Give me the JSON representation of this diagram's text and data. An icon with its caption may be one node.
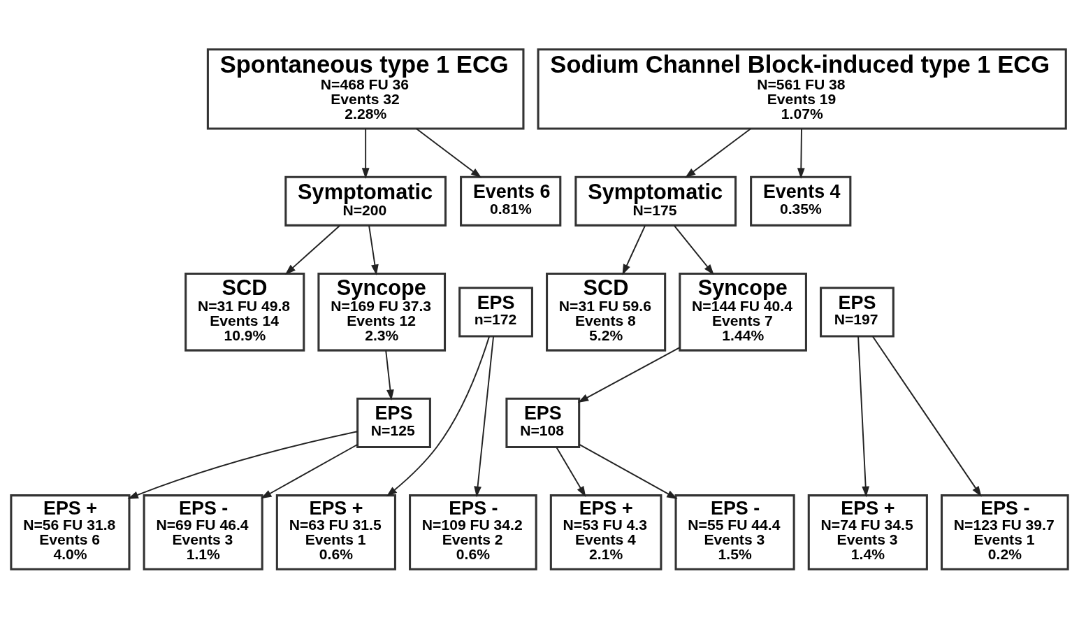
{
  "diagram": {
    "nodes": [
      {
        "text": [
          "Spontaneous type 1 ECG",
          "N=468 FU 36",
          "Events 32",
          "2.28%"
        ]
      },
      {
        "text": [
          "Sodium Channel Block-induced type 1 ECG",
          "N=561 FU 38",
          "Events 19",
          "1.07%"
        ]
      },
      {
        "text": [
          "Symptomatic",
          "N=200"
        ]
      },
      {
        "text": [
          "Events 6",
          "0.81%"
        ]
      },
      {
        "text": [
          "SCD",
          "N=31 FU 49.8",
          "Events 14",
          "10.9%"
        ]
      },
      {
        "text": [
          "Syncope",
          "N=169 FU 37.3",
          "Events 12",
          "2.3%"
        ]
      },
      {
        "text": [
          "EPS",
          "N=125"
        ]
      },
      {
        "text": [
          "EPS",
          "n=172"
        ]
      },
      {
        "text": [
          "EPS +",
          "N=56 FU 31.8",
          "Events 6",
          "4.0%"
        ]
      },
      {
        "text": [
          "EPS -",
          "N=69 FU 46.4",
          "Events 3",
          "1.1%"
        ]
      },
      {
        "text": [
          "EPS +",
          "N=63 FU 31.5",
          "Events 1",
          "0.6%"
        ]
      },
      {
        "text": [
          "EPS -",
          "N=109 FU 34.2",
          "Events 2",
          "0.6%"
        ]
      },
      {
        "text": [
          "Symptomatic",
          "N=175"
        ]
      },
      {
        "text": [
          "Events 4",
          "0.35%"
        ]
      },
      {
        "text": [
          "SCD",
          "N=31 FU 59.6",
          "Events 8",
          "5.2%"
        ]
      },
      {
        "text": [
          "Syncope",
          "N=144 FU 40.4",
          "Events 7",
          "1.44%"
        ]
      },
      {
        "text": [
          "EPS",
          "N=108"
        ]
      },
      {
        "text": [
          "EPS",
          "N=197"
        ]
      },
      {
        "text": [
          "EPS +",
          "N=53 FU 4.3",
          "Events 4",
          "2.1%"
        ]
      },
      {
        "text": [
          "EPS -",
          "N=55 FU 44.4",
          "Events 3",
          "1.5%"
        ]
      },
      {
        "text": [
          "EPS +",
          "N=74 FU 34.5",
          "Events 3",
          "1.4%"
        ]
      },
      {
        "text": [
          "EPS -",
          "N=123 FU 39.7",
          "Events 1",
          "0.2%"
        ]
      }
    ],
    "edges": [
      {
        "from": 0,
        "to": 2,
        "arrow": "to"
      },
      {
        "from": 0,
        "to": 3,
        "arrow": "to"
      },
      {
        "from": 2,
        "to": 4,
        "arrow": "to"
      },
      {
        "from": 2,
        "to": 5,
        "arrow": "to"
      },
      {
        "from": 5,
        "to": 6,
        "arrow": "to"
      },
      {
        "from": 6,
        "to": 8,
        "arrow": "to"
      },
      {
        "from": 6,
        "to": 9,
        "arrow": "to"
      },
      {
        "from": 7,
        "to": 10,
        "arrow": "to"
      },
      {
        "from": 7,
        "to": 11,
        "arrow": "to"
      },
      {
        "from": 1,
        "to": 12,
        "arrow": "to"
      },
      {
        "from": 1,
        "to": 13,
        "arrow": "to"
      },
      {
        "from": 12,
        "to": 14,
        "arrow": "to"
      },
      {
        "from": 12,
        "to": 15,
        "arrow": "to"
      },
      {
        "from": 15,
        "to": 16,
        "arrow": "to"
      },
      {
        "from": 16,
        "to": 18,
        "arrow": "to"
      },
      {
        "from": 16,
        "to": 19,
        "arrow": "to"
      },
      {
        "from": 17,
        "to": 20,
        "arrow": "to"
      },
      {
        "from": 17,
        "to": 21,
        "arrow": "to"
      }
    ]
  }
}
